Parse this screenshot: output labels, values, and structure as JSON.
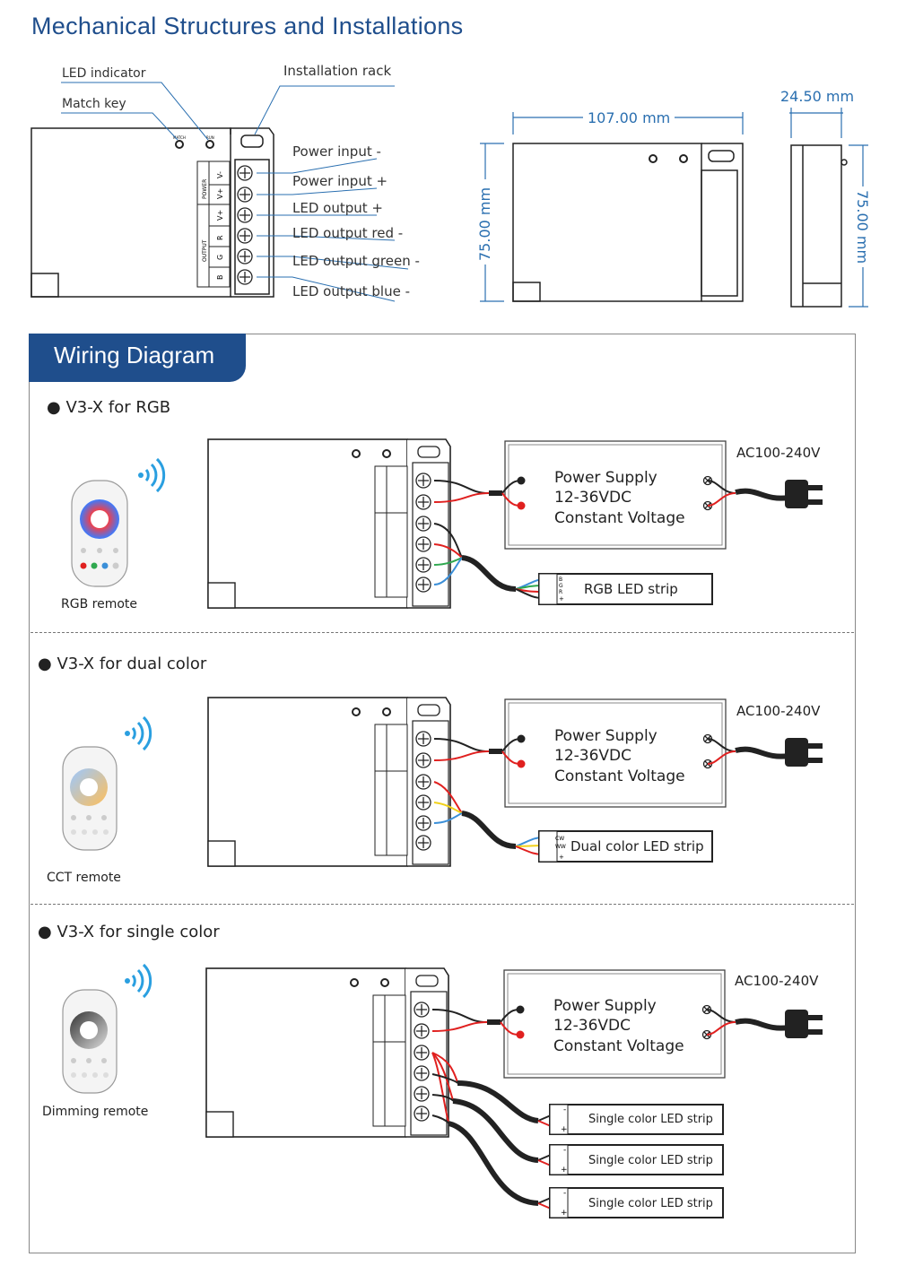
{
  "page_title": "Mechanical Structures and Installations",
  "mechanical": {
    "callouts_left": [
      "LED indicator",
      "Match key"
    ],
    "callout_rack": "Installation rack",
    "terminal_labels": [
      "Power input -",
      "Power input +",
      "LED output +",
      "LED output red -",
      "LED output green -",
      "LED output blue -"
    ],
    "terminal_group_power": "POWER",
    "terminal_group_output": "OUTPUT",
    "terminal_pins": [
      "V-",
      "V+",
      "V+",
      "R",
      "G",
      "B"
    ],
    "indicator_labels": [
      "MATCH",
      "RUN"
    ],
    "dim_width": "107.00 mm",
    "dim_height": "75.00 mm",
    "dim_depth": "24.50 mm",
    "dim_height_side": "75.00 mm"
  },
  "wiring": {
    "header": "Wiring Diagram",
    "sections": [
      {
        "title": "V3-X for RGB",
        "remote_label": "RGB remote",
        "power_supply": [
          "Power Supply",
          "12-36VDC",
          "Constant Voltage"
        ],
        "ac_label": "AC100-240V",
        "strips": [
          "RGB LED strip"
        ],
        "strip_pins": [
          "B",
          "G",
          "R",
          "+"
        ]
      },
      {
        "title": "V3-X for dual color",
        "remote_label": "CCT remote",
        "power_supply": [
          "Power Supply",
          "12-36VDC",
          "Constant Voltage"
        ],
        "ac_label": "AC100-240V",
        "strips": [
          "Dual color LED strip"
        ],
        "strip_pins": [
          "CW",
          "WW",
          "+"
        ]
      },
      {
        "title": "V3-X for single color",
        "remote_label": "Dimming remote",
        "power_supply": [
          "Power Supply",
          "12-36VDC",
          "Constant Voltage"
        ],
        "ac_label": "AC100-240V",
        "strips": [
          "Single color LED strip",
          "Single color LED strip",
          "Single color LED strip"
        ],
        "strip_pins": [
          "-",
          "+"
        ]
      }
    ]
  },
  "colors": {
    "accent_blue": "#1f4e8c",
    "dim_blue": "#2a6fb0",
    "wire_red": "#e0201f",
    "wire_green": "#2fa84f",
    "wire_blue": "#3b8fd8",
    "wire_yellow": "#f2d21b"
  }
}
